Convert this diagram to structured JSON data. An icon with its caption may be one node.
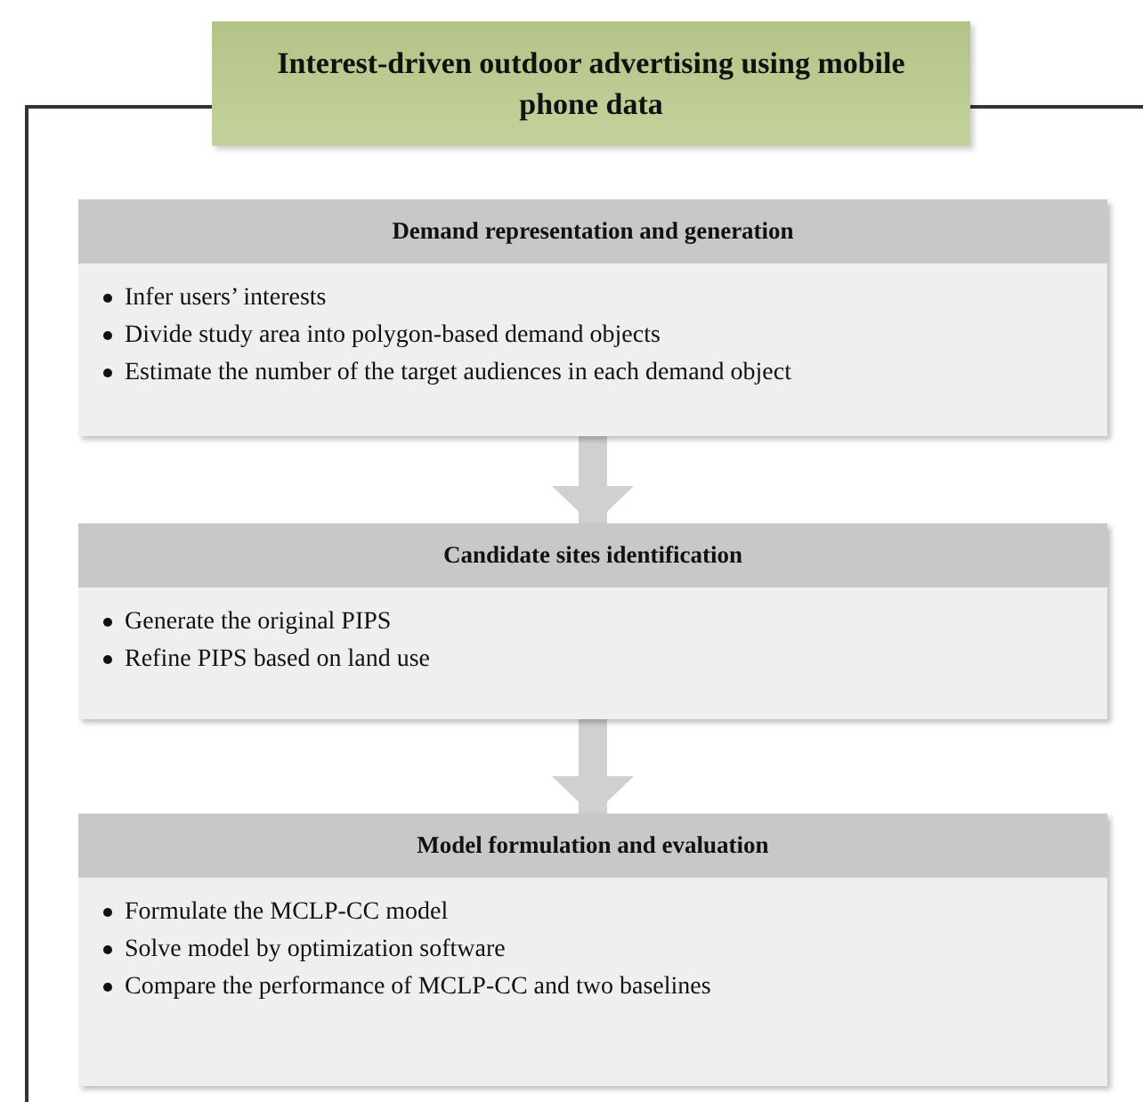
{
  "diagram": {
    "nodes": [
      {
        "text": [
          "Interest-driven outdoor advertising using mobile phone data"
        ]
      },
      {
        "text": [
          "Demand representation and generation",
          "Infer users’ interests",
          "Divide study area into polygon-based demand objects",
          "Estimate the number of the target audiences in each demand object"
        ],
        "in": 0
      },
      {
        "text": [
          "Candidate sites identification",
          "Generate the original PIPS",
          "Refine PIPS based on land use"
        ],
        "in": 0
      },
      {
        "text": [
          "Model formulation and evaluation",
          "Formulate the MCLP-CC model",
          "Solve model by optimization software",
          "Compare the performance of MCLP-CC and two baselines"
        ],
        "in": 0
      }
    ],
    "edges": [
      {
        "from": 1,
        "to": 2,
        "arrow": "to"
      },
      {
        "from": 2,
        "to": 3,
        "arrow": "to"
      }
    ]
  }
}
